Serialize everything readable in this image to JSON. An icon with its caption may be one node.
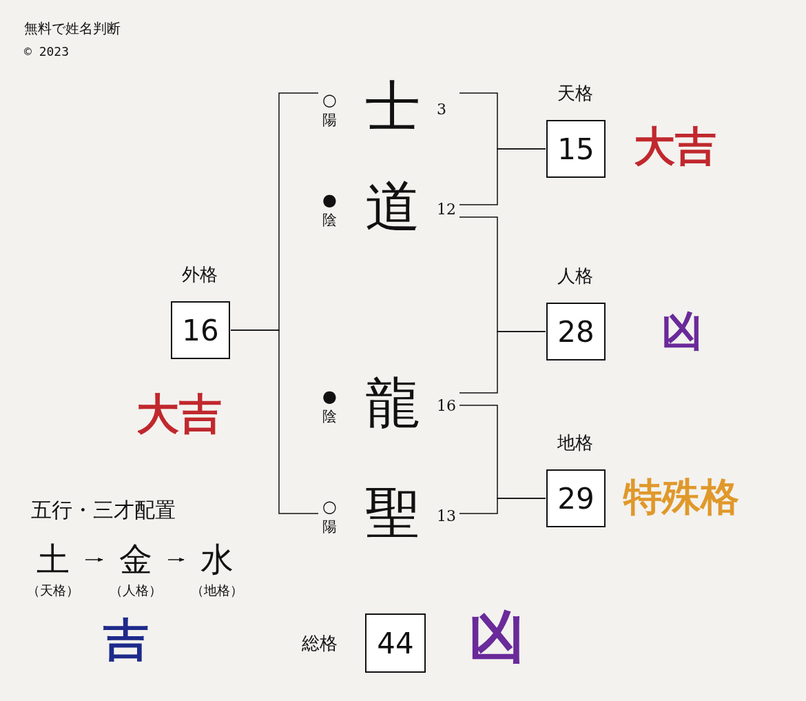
{
  "diagram": {
    "title": "無料で姓名判断",
    "nodes": [
      {
        "text": [
          "士"
        ],
        "beside": [
          "○",
          "陽",
          "3"
        ]
      },
      {
        "text": [
          "道"
        ],
        "beside": [
          "●",
          "陰",
          "12"
        ]
      },
      {
        "text": [
          "龍"
        ],
        "beside": [
          "●",
          "陰",
          "16"
        ]
      },
      {
        "text": [
          "聖"
        ],
        "beside": [
          "○",
          "陽",
          "13"
        ]
      },
      {
        "text": [
          "天格",
          "15"
        ],
        "beside": [
          "大吉"
        ]
      },
      {
        "text": [
          "人格",
          "28"
        ],
        "beside": [
          "凶"
        ]
      },
      {
        "text": [
          "地格",
          "29"
        ],
        "beside": [
          "特殊格"
        ]
      },
      {
        "text": [
          "外格",
          "16"
        ],
        "beside": [
          "大吉"
        ]
      },
      {
        "text": [
          "総格",
          "44"
        ],
        "beside": [
          "凶"
        ]
      },
      {
        "text": [
          "土"
        ],
        "beside": [
          "（天格）"
        ]
      },
      {
        "text": [
          "金"
        ],
        "beside": [
          "（人格）"
        ]
      },
      {
        "text": [
          "水"
        ],
        "beside": [
          "（地格）"
        ]
      }
    ],
    "edges": [
      {
        "from": 0,
        "to": 4,
        "arrow": "none"
      },
      {
        "from": 1,
        "to": 4,
        "arrow": "none"
      },
      {
        "from": 1,
        "to": 5,
        "arrow": "none"
      },
      {
        "from": 2,
        "to": 5,
        "arrow": "none"
      },
      {
        "from": 2,
        "to": 6,
        "arrow": "none"
      },
      {
        "from": 3,
        "to": 6,
        "arrow": "none"
      },
      {
        "from": 0,
        "to": 7,
        "arrow": "none"
      },
      {
        "from": 3,
        "to": 7,
        "arrow": "none"
      },
      {
        "from": 9,
        "to": 10,
        "arrow": "to"
      },
      {
        "from": 10,
        "to": 11,
        "arrow": "to"
      }
    ],
    "labels": [
      "© 2023",
      "五行・三才配置",
      "吉"
    ]
  }
}
